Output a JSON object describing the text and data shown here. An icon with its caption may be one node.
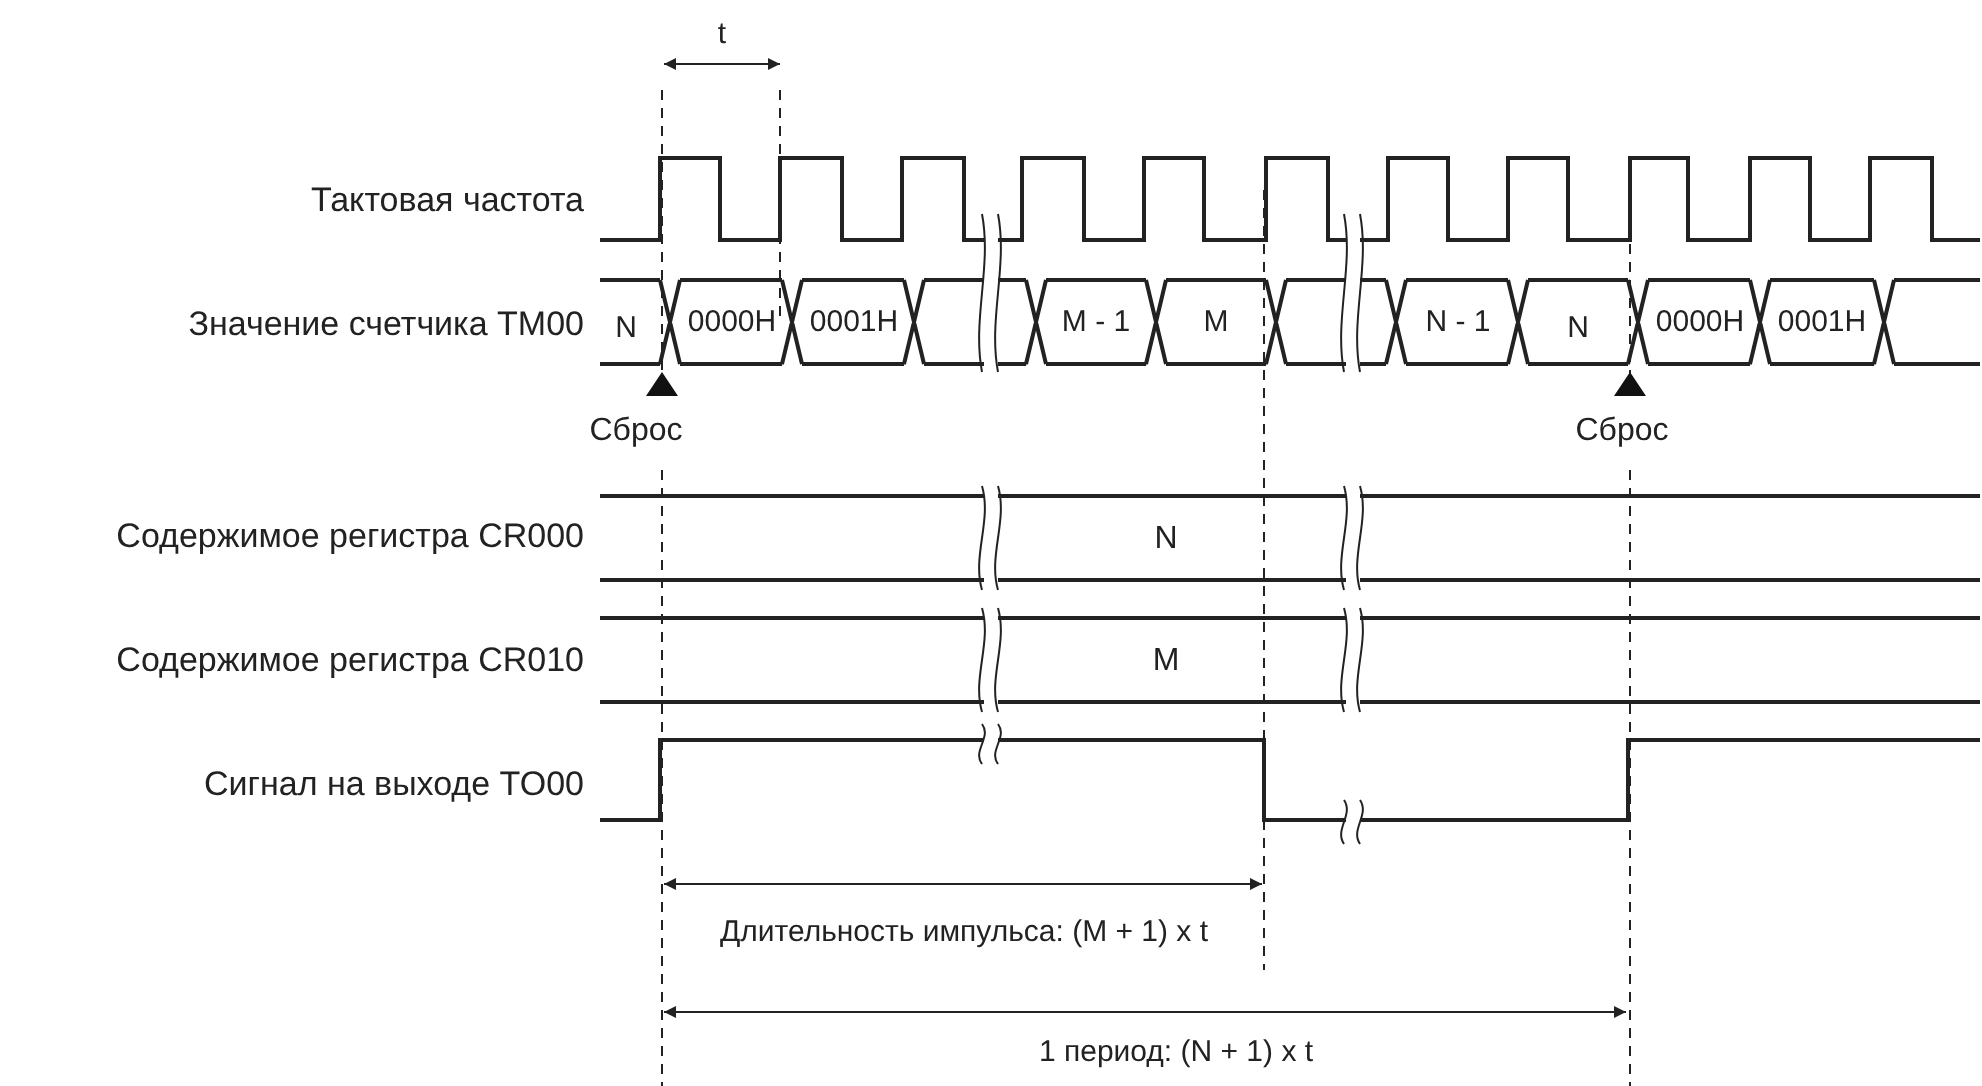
{
  "diagram": {
    "labels": [
      "t",
      "Тактовая частота",
      "Значение счетчика TM00",
      "N",
      "0000H",
      "0001H",
      "M - 1",
      "M",
      "N - 1",
      "N",
      "0000H",
      "0001H",
      "Сброс",
      "Сброс",
      "Содержимое регистра CR000",
      "N",
      "Содержимое регистра CR010",
      "M",
      "Сигнал на выходе TO00",
      "Длительность импульса: (M + 1) x t",
      "1 период: (N + 1) x t"
    ]
  }
}
